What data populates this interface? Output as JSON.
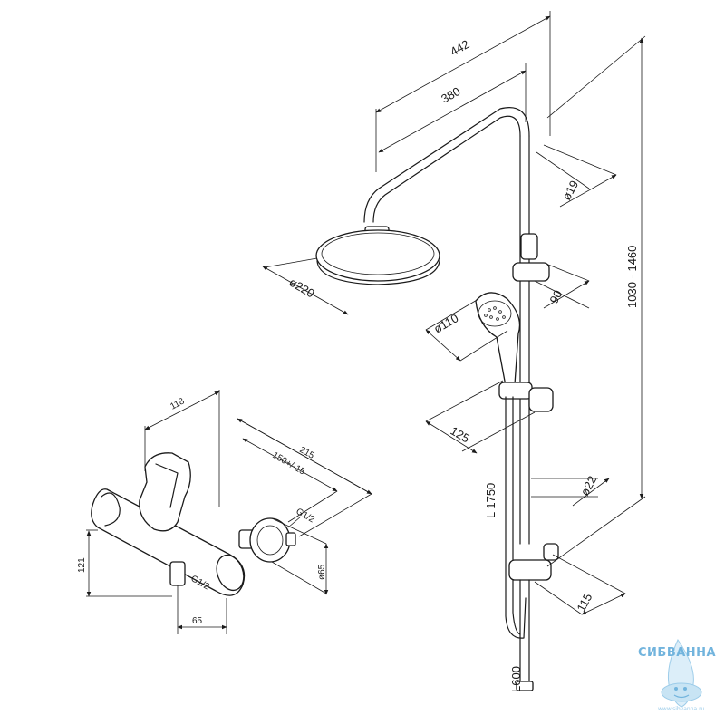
{
  "dimensions": {
    "d442": "442",
    "d380": "380",
    "d19": "ø19",
    "d220": "ø220",
    "d90": "90",
    "d110": "ø110",
    "d1030": "1030 - 1460",
    "d125": "125",
    "d1750": "L 1750",
    "d22": "ø22",
    "d115": "115",
    "d600": "L600",
    "d118": "118",
    "d215": "215",
    "d150": "150+/-15",
    "dG12a": "G1/2",
    "dG12b": "G1/2",
    "d65": "ø65",
    "d121": "121",
    "d65b": "65"
  },
  "watermark": {
    "brand": "СИБВАННА",
    "url": "www.sibvanna.ru"
  },
  "colors": {
    "line": "#1a1a1a",
    "logo": "#5aa8d8"
  }
}
